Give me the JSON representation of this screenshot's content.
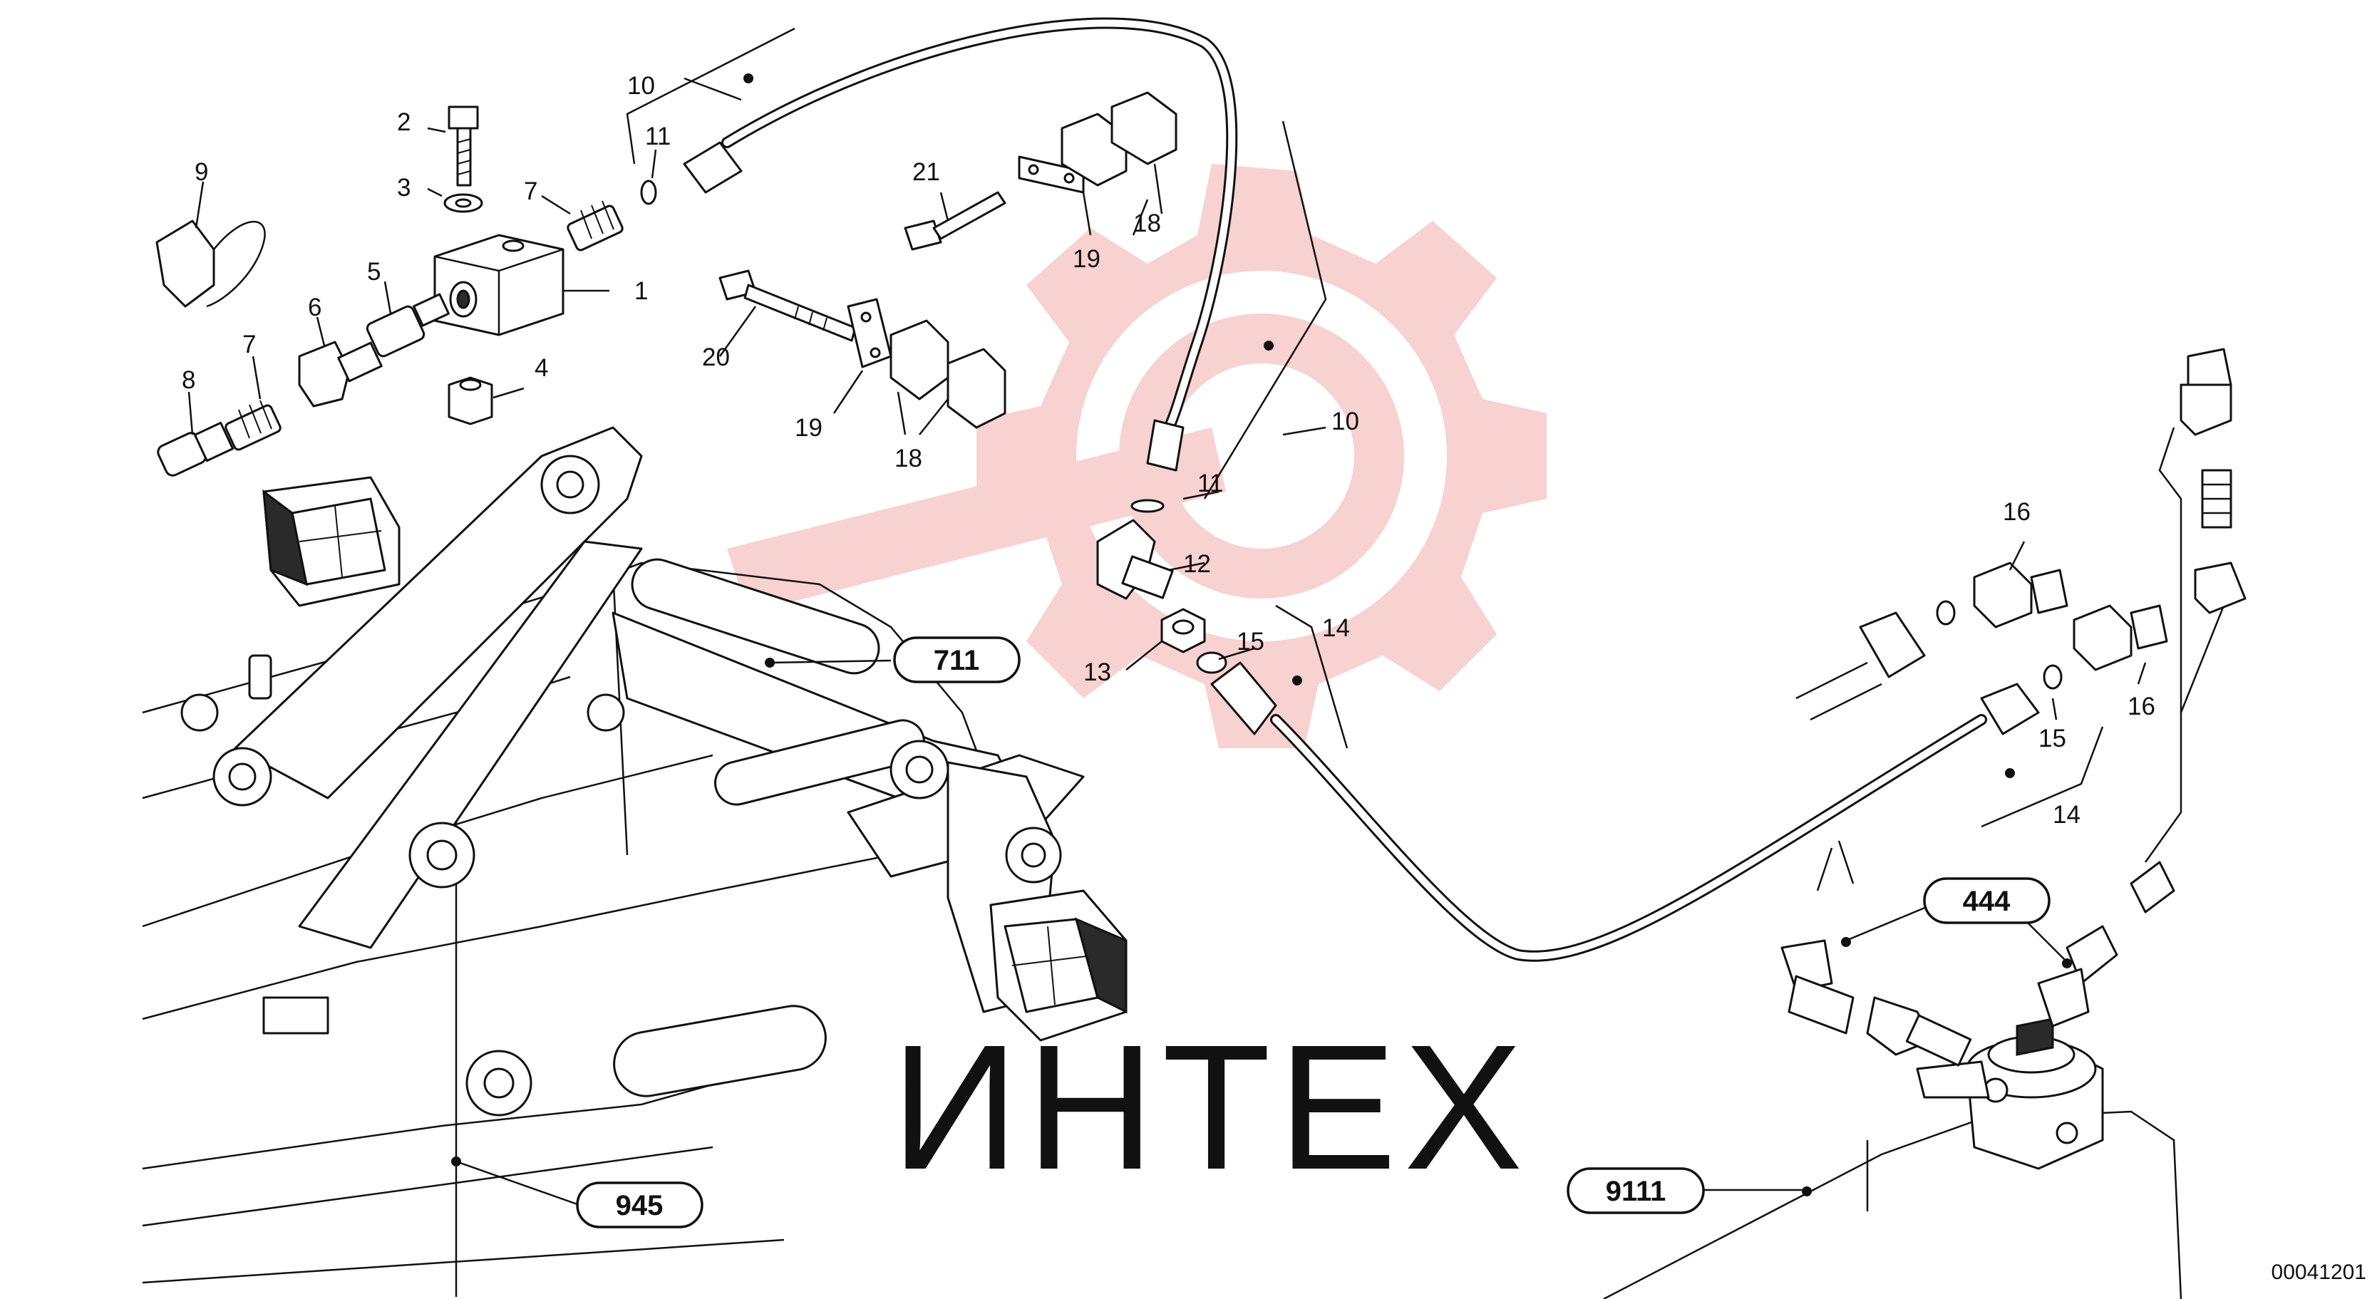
{
  "drawing": {
    "code": "00041201",
    "watermark_text": "ИНТЕХ"
  },
  "callouts": [
    {
      "label": "1"
    },
    {
      "label": "2"
    },
    {
      "label": "3"
    },
    {
      "label": "4"
    },
    {
      "label": "5"
    },
    {
      "label": "6"
    },
    {
      "label": "7"
    },
    {
      "label": "7"
    },
    {
      "label": "8"
    },
    {
      "label": "9"
    },
    {
      "label": "10"
    },
    {
      "label": "10"
    },
    {
      "label": "11"
    },
    {
      "label": "11"
    },
    {
      "label": "12"
    },
    {
      "label": "13"
    },
    {
      "label": "14"
    },
    {
      "label": "14"
    },
    {
      "label": "15"
    },
    {
      "label": "15"
    },
    {
      "label": "16"
    },
    {
      "label": "16"
    },
    {
      "label": "18"
    },
    {
      "label": "18"
    },
    {
      "label": "19"
    },
    {
      "label": "19"
    },
    {
      "label": "20"
    },
    {
      "label": "21"
    }
  ],
  "references": [
    {
      "label": "711"
    },
    {
      "label": "945"
    },
    {
      "label": "444"
    },
    {
      "label": "9111"
    }
  ]
}
